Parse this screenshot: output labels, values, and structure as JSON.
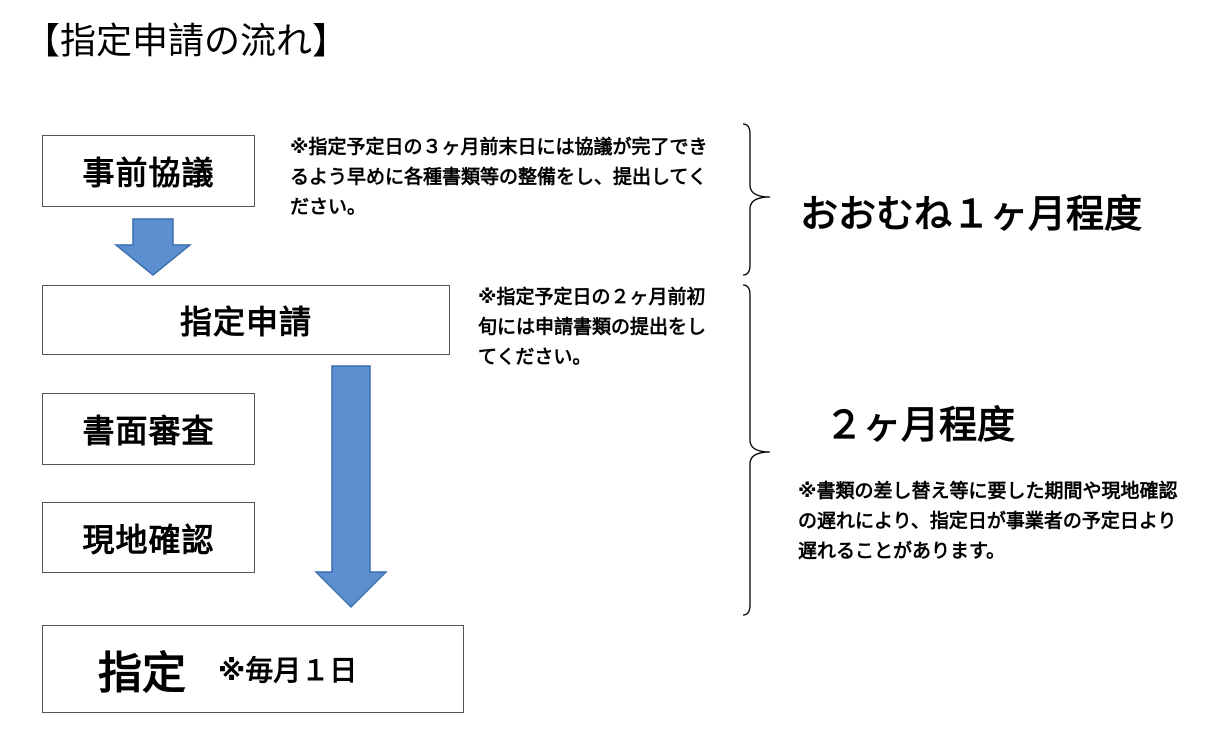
{
  "title": "【指定申請の流れ】",
  "steps": {
    "consultation": "事前協議",
    "application": "指定申請",
    "document_review": "書面審査",
    "site_check": "現地確認",
    "designation": "指定",
    "designation_note": "※毎月１日"
  },
  "notes": {
    "consultation": "※指定予定日の３ヶ月前末日には協議が完了できるよう早めに各種書類等の整備をし、提出してください。",
    "application": "※指定予定日の２ヶ月前初旬には申請書類の提出をしてください。",
    "delay": "※書類の差し替え等に要した期間や現地確認の遅れにより、指定日が事業者の予定日より遅れることがあります。"
  },
  "durations": {
    "first": "おおむね１ヶ月程度",
    "second": "２ヶ月程度"
  },
  "colors": {
    "arrow_fill": "#5b8fd0",
    "arrow_stroke": "#3d6fae",
    "box_border": "#555555"
  }
}
